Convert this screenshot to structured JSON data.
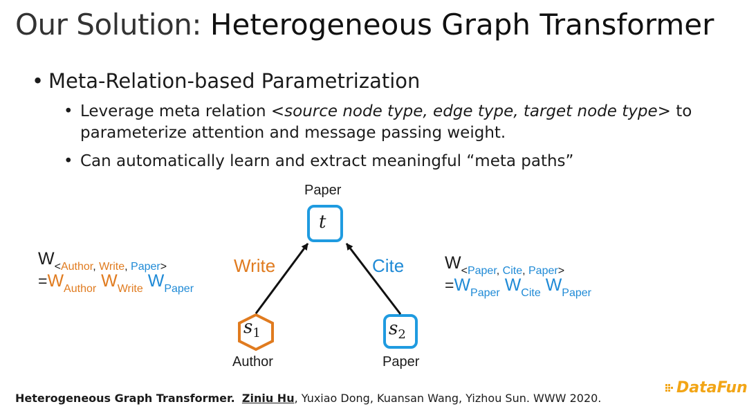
{
  "title": {
    "light": "Our Solution: ",
    "bold": "Heterogeneous Graph Transformer"
  },
  "bullet1": "Meta-Relation-based Parametrization",
  "bullet2a": {
    "pre": "Leverage meta relation <",
    "italic": "source node type, edge type, target node type",
    "post": "> to"
  },
  "bullet2a_cont": "parameterize attention and message passing weight.",
  "bullet2b": "Can automatically learn and extract meaningful “meta paths”",
  "diagram": {
    "target": {
      "label": "Paper",
      "symbol": "t"
    },
    "source1": {
      "label": "Author",
      "symbol": "s",
      "sub": "1"
    },
    "source2": {
      "label": "Paper",
      "symbol": "s",
      "sub": "2"
    },
    "edge1": "Write",
    "edge2": "Cite"
  },
  "formula_left": {
    "W": "W",
    "lt": "<",
    "a": "Author",
    "comma1": ", ",
    "b": "Write",
    "comma2": ", ",
    "c": "Paper",
    "gt": ">",
    "eq": "=",
    "w1": "W",
    "s1": "Author",
    "w2": " W",
    "s2": "Write",
    "w3": " W",
    "s3": "Paper"
  },
  "formula_right": {
    "W": "W",
    "lt": "<",
    "a": "Paper",
    "comma1": ", ",
    "b": "Cite",
    "comma2": ", ",
    "c": "Paper",
    "gt": ">",
    "eq": "=",
    "w1": "W",
    "s1": "Paper",
    "w2": " W",
    "s2": "Cite",
    "w3": " W",
    "s3": "Paper"
  },
  "citation": {
    "title": "Heterogeneous Graph Transformer.",
    "author1": "Ziniu Hu",
    "rest": ", Yuxiao Dong, Kuansan Wang, Yizhou Sun.  WWW 2020."
  },
  "logo": "DataFun.",
  "colors": {
    "orange": "#e07b1f",
    "blue": "#1f8ad6",
    "logo": "#f2a516"
  }
}
